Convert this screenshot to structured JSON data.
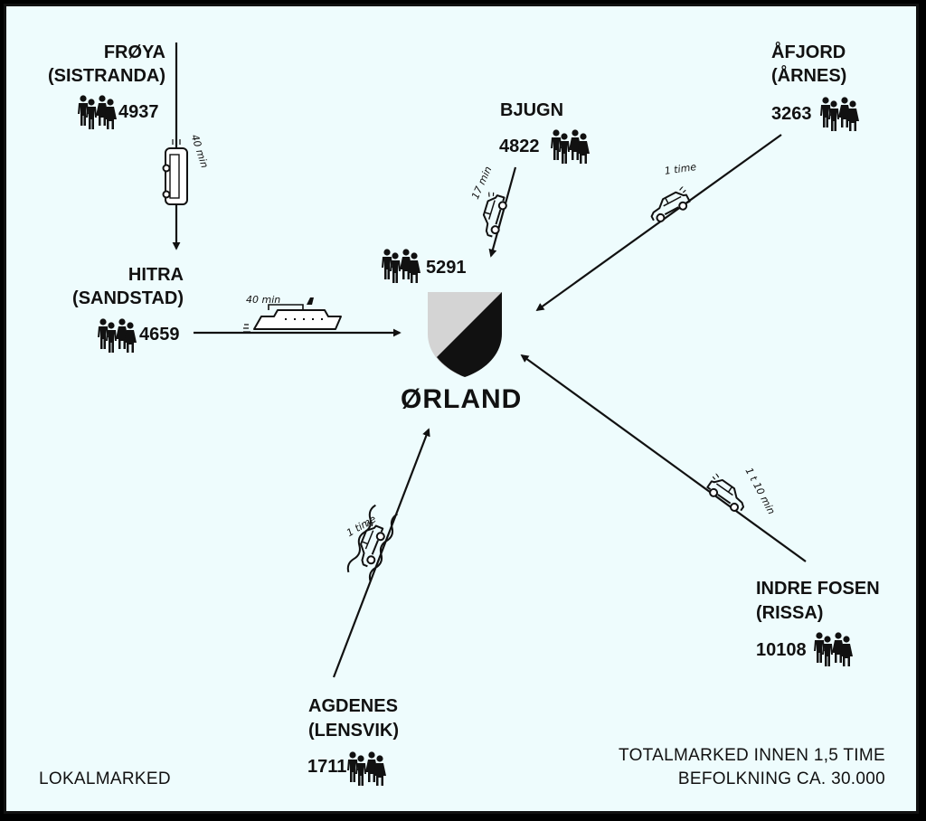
{
  "center": {
    "name": "ØRLAND",
    "population": "5291"
  },
  "places": [
    {
      "id": "froya",
      "name": "FRØYA",
      "sub": "(SISTRANDA)",
      "population": "4937",
      "travel": "40 min",
      "mode": "bus"
    },
    {
      "id": "hitra",
      "name": "HITRA",
      "sub": "(SANDSTAD)",
      "population": "4659",
      "travel": "40 min",
      "mode": "ferry"
    },
    {
      "id": "bjugn",
      "name": "BJUGN",
      "population": "4822",
      "travel": "17 min",
      "mode": "car"
    },
    {
      "id": "afjord",
      "name": "ÅFJORD",
      "sub": "(ÅRNES)",
      "population": "3263",
      "travel": "1 time",
      "mode": "car"
    },
    {
      "id": "indre-fosen",
      "name": "INDRE FOSEN",
      "sub": "(RISSA)",
      "population": "10108",
      "travel": "1 t 10 min",
      "mode": "car"
    },
    {
      "id": "agdenes",
      "name": "AGDENES",
      "sub": "(LENSVIK)",
      "population": "1711",
      "travel": "1 time",
      "mode": "car"
    }
  ],
  "footer": {
    "left": "LOKALMARKED",
    "right_line1": "TOTALMARKED INNEN 1,5 TIME",
    "right_line2": "BEFOLKNING CA. 30.000"
  },
  "colors": {
    "background": "#eefcfd",
    "ink": "#111111",
    "shield_light": "#d4d4d4",
    "shield_dark": "#111111"
  },
  "icons": [
    "people-icon",
    "bus-icon",
    "ferry-icon",
    "car-icon",
    "coat-of-arms-icon"
  ]
}
